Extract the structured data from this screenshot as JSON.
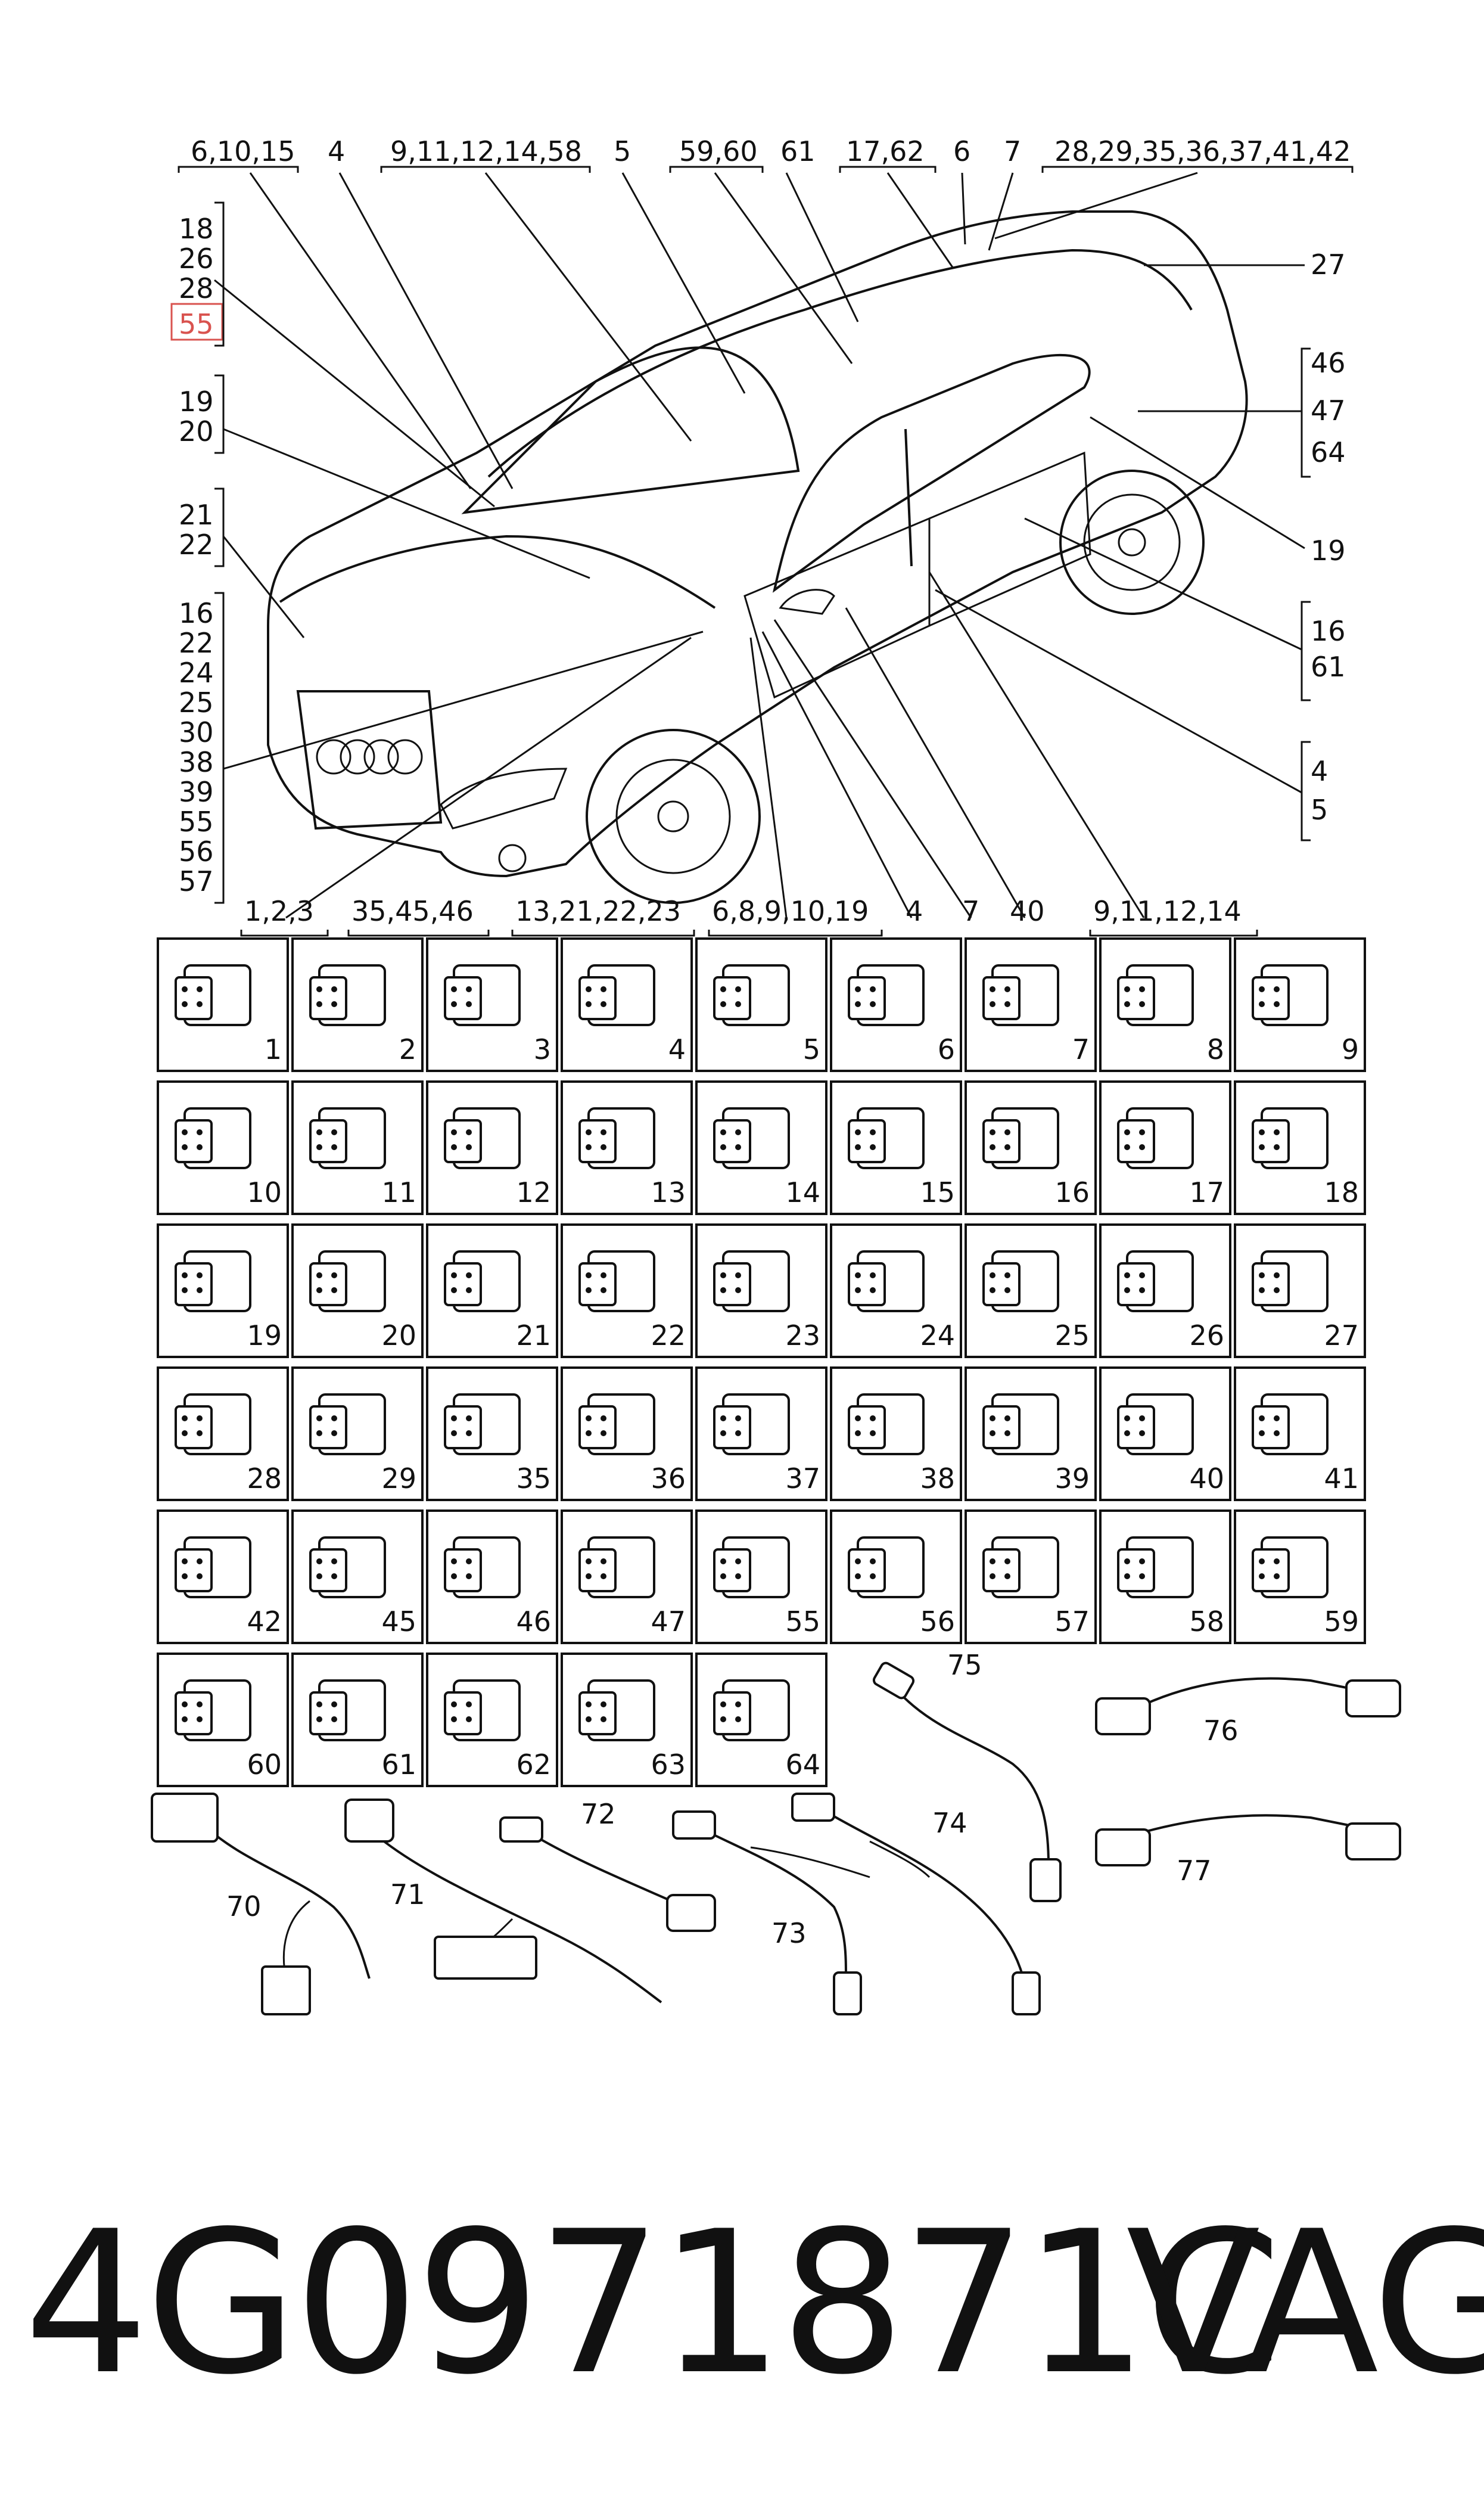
{
  "callouts_top": [
    "6,10,15",
    "4",
    "9,11,12,14,58",
    "5",
    "59,60",
    "61",
    "17,62",
    "6",
    "7",
    "28,29,35,36,37,41,42"
  ],
  "callout_right_27": "27",
  "callouts_left": [
    [
      "18",
      "26",
      "28",
      "55"
    ],
    [
      "19",
      "20"
    ],
    [
      "21",
      "22"
    ],
    [
      "16",
      "22",
      "24",
      "25",
      "30",
      "38",
      "39",
      "55",
      "56",
      "57"
    ]
  ],
  "callouts_right": [
    [
      "46",
      "47",
      "64"
    ],
    [
      "19"
    ],
    [
      "16",
      "61"
    ],
    [
      "4",
      "5"
    ]
  ],
  "callouts_bottom": [
    "1,2,3",
    "35,45,46",
    "13,21,22,23",
    "6,8,9,10,19",
    "4",
    "7",
    "40",
    "9,11,12,14"
  ],
  "grid_rows": [
    [
      "1",
      "2",
      "3",
      "4",
      "5",
      "6",
      "7",
      "8",
      "9"
    ],
    [
      "10",
      "11",
      "12",
      "13",
      "14",
      "15",
      "16",
      "17",
      "18"
    ],
    [
      "19",
      "20",
      "21",
      "22",
      "23",
      "24",
      "25",
      "26",
      "27"
    ],
    [
      "28",
      "29",
      "35",
      "36",
      "37",
      "38",
      "39",
      "40",
      "41"
    ],
    [
      "42",
      "45",
      "46",
      "47",
      "55",
      "56",
      "57",
      "58",
      "59"
    ],
    [
      "60",
      "61",
      "62",
      "63",
      "64"
    ]
  ],
  "cables": [
    "75",
    "76",
    "77",
    "70",
    "71",
    "72",
    "73",
    "74"
  ],
  "highlight_color": "#d9534f",
  "part_number": "4G0971871C",
  "brand": "VAG"
}
